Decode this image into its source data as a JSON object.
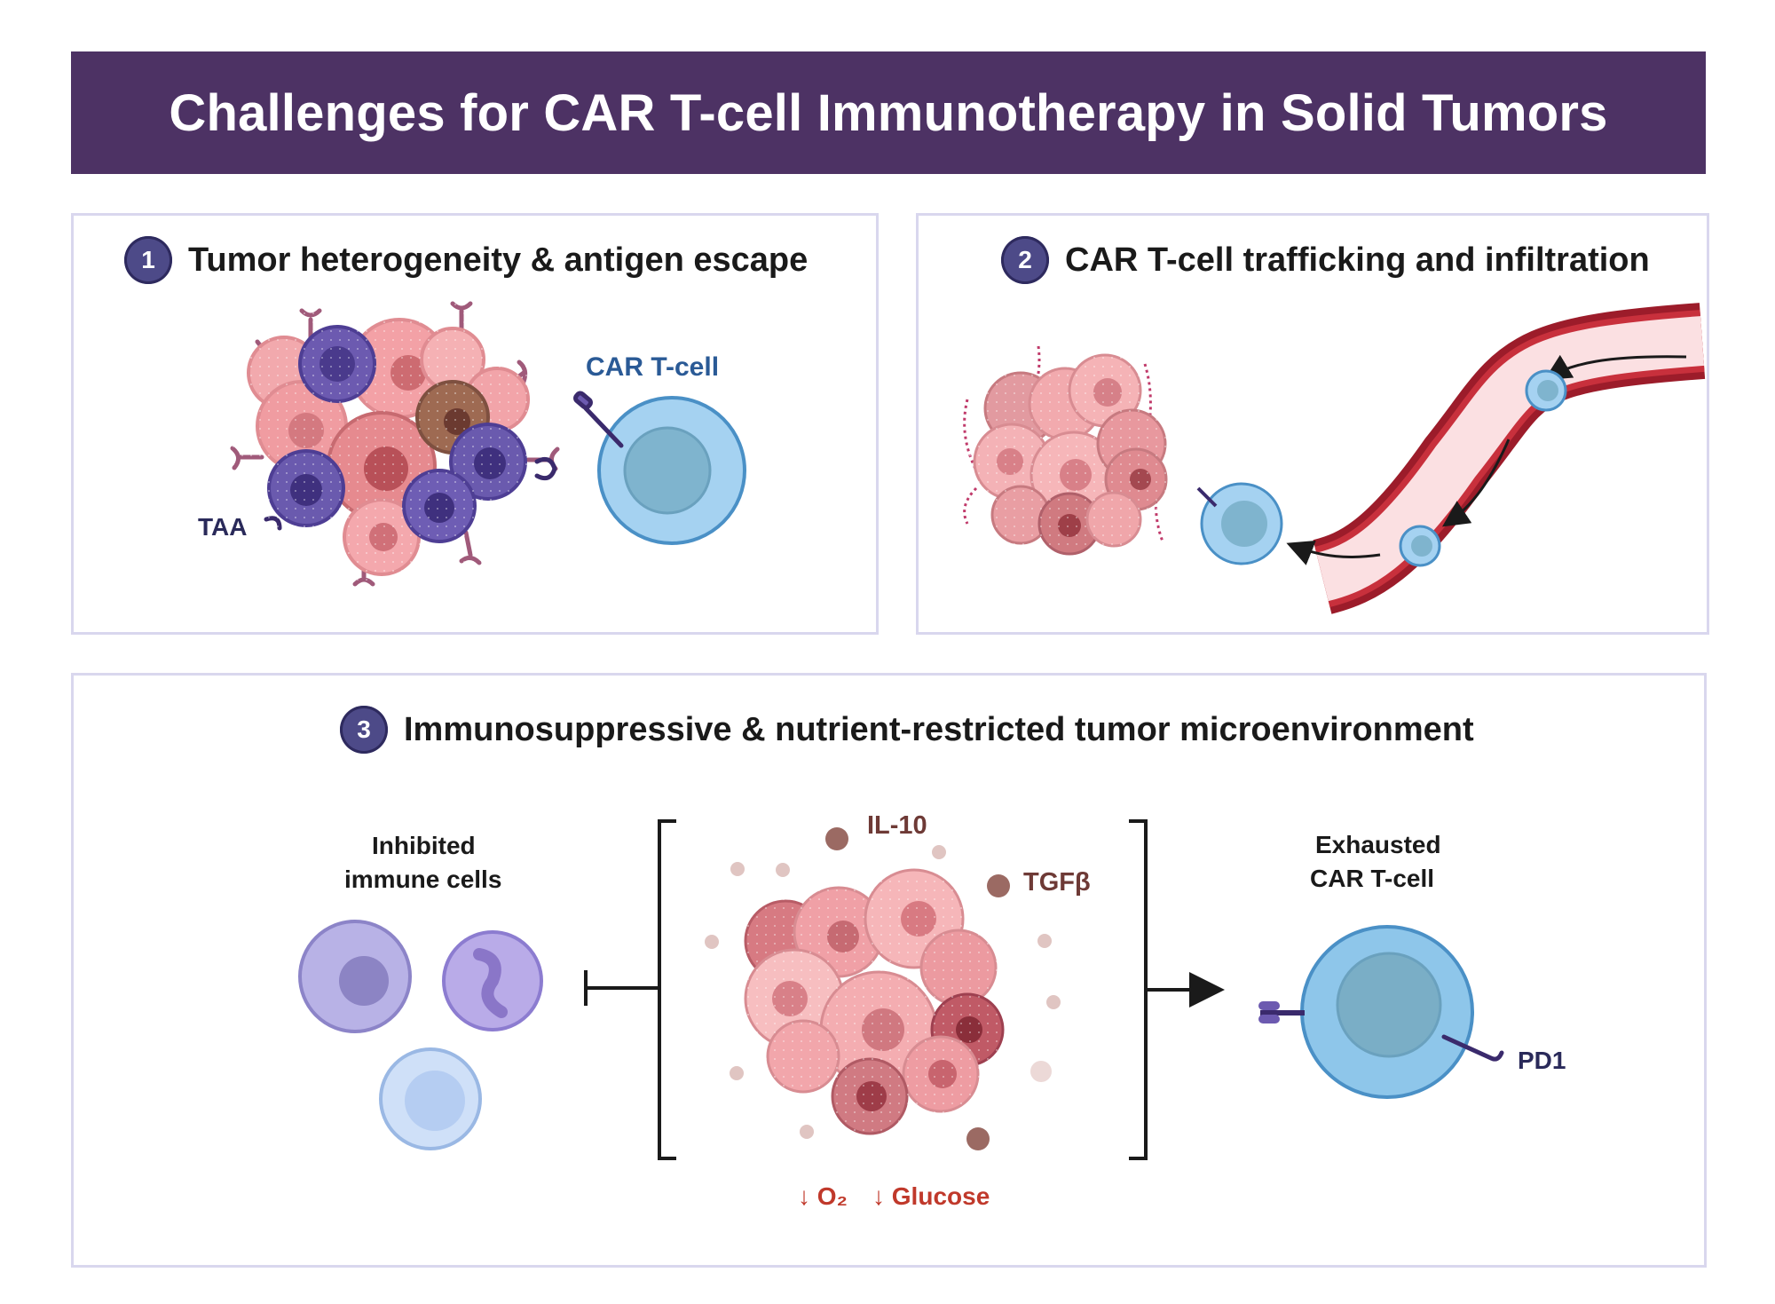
{
  "title": "Challenges for CAR T-cell Immunotherapy in Solid Tumors",
  "colors": {
    "banner": "#4d3264",
    "panel_border": "#d9d7ee",
    "badge": "#4d4a88",
    "tumor_pink": "#ee9a9f",
    "tumor_purple": "#6c5ab0",
    "car_tcell": "#8ec6ea",
    "vessel": "#9c1c2a",
    "accent_red": "#c0392b",
    "label_navy": "#2a3a7c",
    "cytokine": "#9b6a63"
  },
  "panels": {
    "p1": {
      "number": "1",
      "title": "Tumor heterogeneity & antigen escape",
      "labels": {
        "taa": "TAA",
        "car_tcell": "CAR T-cell"
      }
    },
    "p2": {
      "number": "2",
      "title": "CAR T-cell trafficking and infiltration"
    },
    "p3": {
      "number": "3",
      "title": "Immunosuppressive & nutrient-restricted tumor microenvironment",
      "labels": {
        "inhibited_line1": "Inhibited",
        "inhibited_line2": "immune cells",
        "il10": "IL-10",
        "tgfb": "TGFβ",
        "o2": "↓ O₂",
        "glucose": "↓ Glucose",
        "exhausted_line1": "Exhausted",
        "exhausted_line2": "CAR T-cell",
        "pd1": "PD1"
      }
    }
  }
}
